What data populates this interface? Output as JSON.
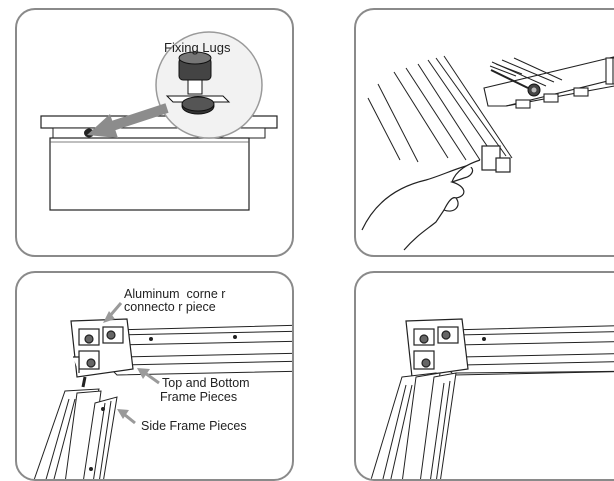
{
  "panel1": {
    "callout": "Fixing Lugs"
  },
  "panel3": {
    "corner_label_line1": "Aluminum  corne r",
    "corner_label_line2": "connecto r piece",
    "topbottom_label_line1": "Top and Bottom",
    "topbottom_label_line2": "Frame Pieces",
    "side_label": "Side Frame Pieces"
  },
  "colors": {
    "panel_border": "#8a8a8a",
    "arrow": "#8c8c8c",
    "line": "#222222"
  }
}
